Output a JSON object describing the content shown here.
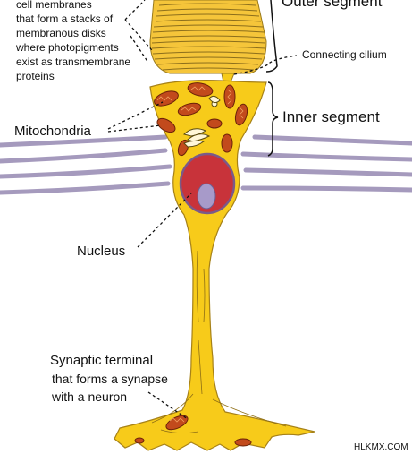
{
  "labels": {
    "membrane_line1": "cell membranes",
    "membrane_line2": "that form a stacks of",
    "membrane_line3": "membranous disks",
    "membrane_line4": "where photopigments",
    "membrane_line5": "exist as transmembrane",
    "membrane_line6": "proteins",
    "outer_segment": "Outer segment",
    "connecting_cilium": "Connecting cilium",
    "inner_segment": "Inner segment",
    "mitochondria": "Mitochondria",
    "nucleus": "Nucleus",
    "synaptic_line1": "Synaptic terminal",
    "synaptic_line2": "that forms a synapse",
    "synaptic_line3": "with a neuron",
    "watermark": "HLKMX.COM"
  },
  "colors": {
    "cell_body": "#f7cb1a",
    "outer_segment": "#f5c53a",
    "mitochondria": "#c24a1c",
    "nucleus": "#c8333a",
    "nucleolus": "#a79ac9",
    "membrane_lines": "#a59abd",
    "annotation": "#111111"
  },
  "icons": {
    "golgi": "golgi-apparatus-icon"
  }
}
